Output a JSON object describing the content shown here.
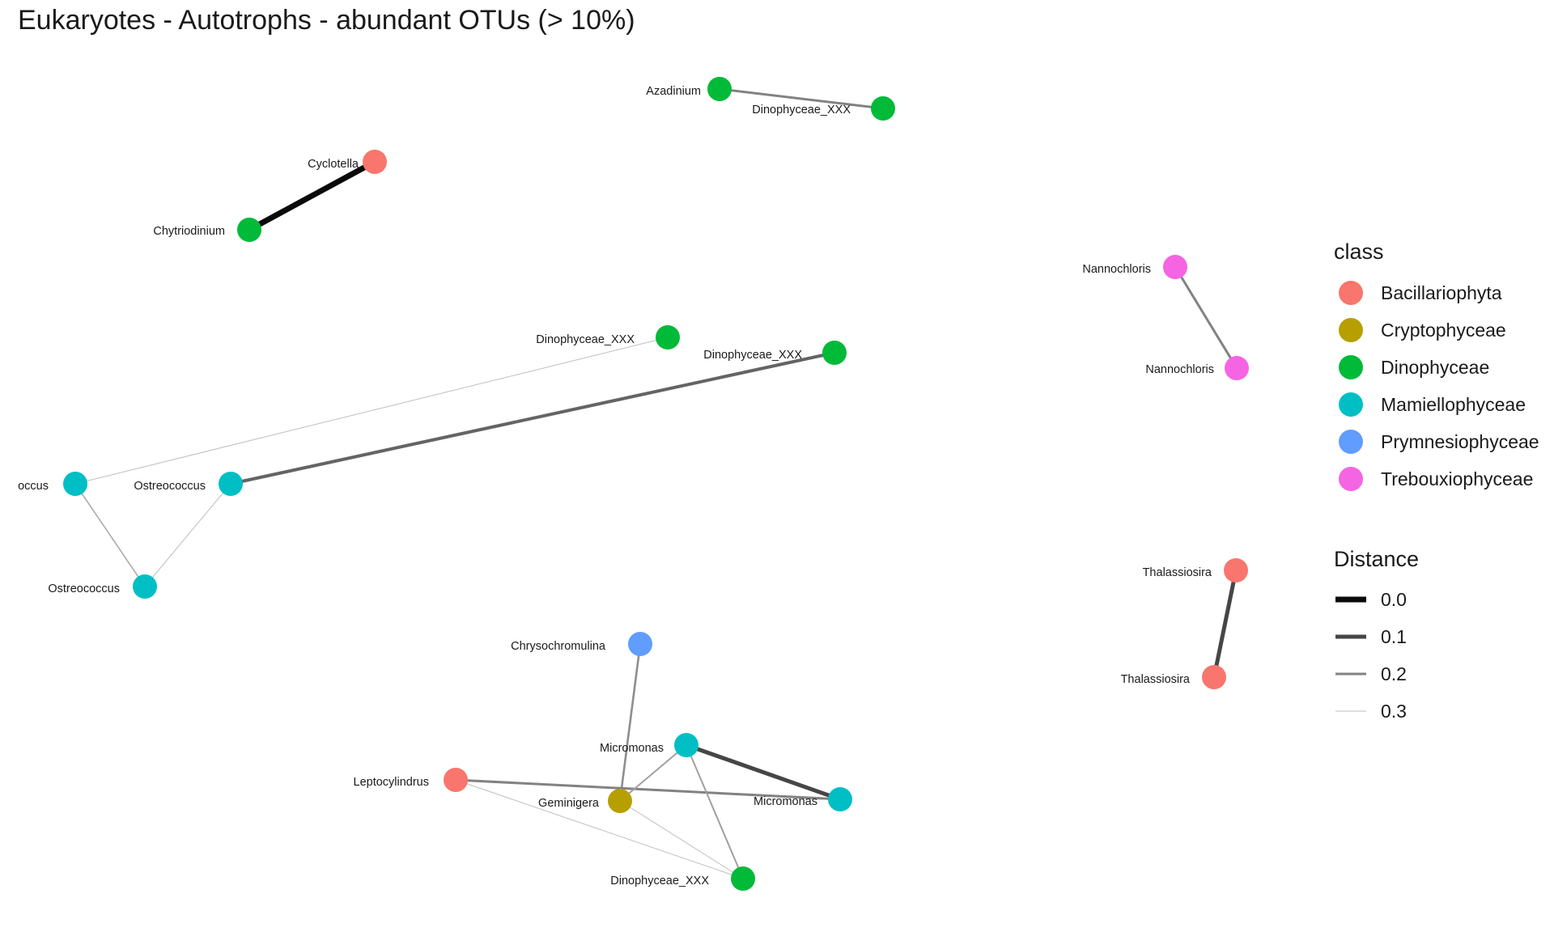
{
  "title": "Eukaryotes - Autotrophs - abundant OTUs (> 10%)",
  "classes": [
    {
      "name": "Bacillariophyta",
      "color": "#F8766D"
    },
    {
      "name": "Cryptophyceae",
      "color": "#B79F00"
    },
    {
      "name": "Dinophyceae",
      "color": "#00BA38"
    },
    {
      "name": "Mamiellophyceae",
      "color": "#00BFC4"
    },
    {
      "name": "Prymnesiophyceae",
      "color": "#619CFF"
    },
    {
      "name": "Trebouxiophyceae",
      "color": "#F564E3"
    }
  ],
  "legend": {
    "class_title": "class",
    "distance_title": "Distance",
    "distance_levels": [
      "0.0",
      "0.1",
      "0.2",
      "0.3"
    ]
  },
  "chart_data": {
    "type": "network",
    "nodes": [
      {
        "id": "azadinium",
        "label": "Azadinium",
        "class": "Dinophyceae"
      },
      {
        "id": "dino1",
        "label": "Dinophyceae_XXX",
        "class": "Dinophyceae"
      },
      {
        "id": "cyclotella",
        "label": "Cyclotella",
        "class": "Bacillariophyta"
      },
      {
        "id": "chytriodinium",
        "label": "Chytriodinium",
        "class": "Dinophyceae"
      },
      {
        "id": "nanno1",
        "label": "Nannochloris",
        "class": "Trebouxiophyceae"
      },
      {
        "id": "nanno2",
        "label": "Nannochloris",
        "class": "Trebouxiophyceae"
      },
      {
        "id": "dino2",
        "label": "Dinophyceae_XXX",
        "class": "Dinophyceae"
      },
      {
        "id": "dino3",
        "label": "Dinophyceae_XXX",
        "class": "Dinophyceae"
      },
      {
        "id": "ostreo1",
        "label": "occus",
        "class": "Mamiellophyceae"
      },
      {
        "id": "ostreo2",
        "label": "Ostreococcus",
        "class": "Mamiellophyceae"
      },
      {
        "id": "ostreo3",
        "label": "Ostreococcus",
        "class": "Mamiellophyceae"
      },
      {
        "id": "thal1",
        "label": "Thalassiosira",
        "class": "Bacillariophyta"
      },
      {
        "id": "thal2",
        "label": "Thalassiosira",
        "class": "Bacillariophyta"
      },
      {
        "id": "chryso",
        "label": "Chrysochromulina",
        "class": "Prymnesiophyceae"
      },
      {
        "id": "micro1",
        "label": "Micromonas",
        "class": "Mamiellophyceae"
      },
      {
        "id": "lepto",
        "label": "Leptocylindrus",
        "class": "Bacillariophyta"
      },
      {
        "id": "gemini",
        "label": "Geminigera",
        "class": "Cryptophyceae"
      },
      {
        "id": "micro2",
        "label": "Micromonas",
        "class": "Mamiellophyceae"
      },
      {
        "id": "dino4",
        "label": "Dinophyceae_XXX",
        "class": "Dinophyceae"
      }
    ],
    "edges": [
      {
        "source": "azadinium",
        "target": "dino1",
        "distance": 0.2
      },
      {
        "source": "cyclotella",
        "target": "chytriodinium",
        "distance": 0.0
      },
      {
        "source": "nanno1",
        "target": "nanno2",
        "distance": 0.2
      },
      {
        "source": "ostreo1",
        "target": "dino2",
        "distance": 0.3
      },
      {
        "source": "ostreo2",
        "target": "dino3",
        "distance": 0.15
      },
      {
        "source": "ostreo1",
        "target": "ostreo3",
        "distance": 0.27
      },
      {
        "source": "ostreo2",
        "target": "ostreo3",
        "distance": 0.3
      },
      {
        "source": "thal1",
        "target": "thal2",
        "distance": 0.1
      },
      {
        "source": "chryso",
        "target": "gemini",
        "distance": 0.22
      },
      {
        "source": "micro1",
        "target": "micro2",
        "distance": 0.1
      },
      {
        "source": "lepto",
        "target": "micro2",
        "distance": 0.2
      },
      {
        "source": "micro1",
        "target": "gemini",
        "distance": 0.25
      },
      {
        "source": "micro1",
        "target": "dino4",
        "distance": 0.25
      },
      {
        "source": "lepto",
        "target": "dino4",
        "distance": 0.3
      },
      {
        "source": "gemini",
        "target": "dino4",
        "distance": 0.3
      }
    ]
  }
}
